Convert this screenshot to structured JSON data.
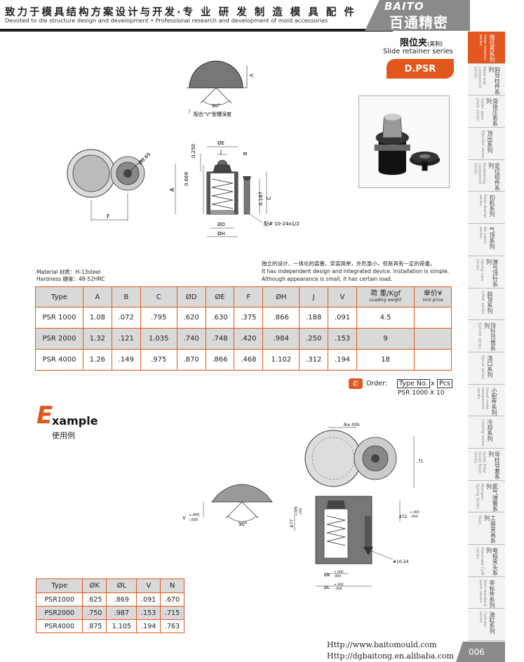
{
  "header": {
    "title_cn": "致力于模具结构方案设计与开发·专 业 研 发 制 造 模 具 配 件",
    "subtitle_en": "Devoted to die structure design and development    • Professional research and development of mold accessories",
    "brand_en": "BAITO",
    "brand_cn": "百通精密"
  },
  "series": {
    "title_cn": "限位夹",
    "title_cn_note": "(美制)",
    "title_en": "Slide retainer series",
    "code": "D.PSR"
  },
  "sidebar": [
    {
      "cn": "限位夹系列",
      "en": "Slide retainer series",
      "active": true
    },
    {
      "cn": "斜导柱件系列",
      "en": "Mold-side component series",
      "active": false
    },
    {
      "cn": "滑块压条系列",
      "en": "Slider wear plate series",
      "active": false
    },
    {
      "cn": "顶出系列",
      "en": "Ejection series",
      "active": false
    },
    {
      "cn": "定位组件系列",
      "en": "Positioning component series",
      "active": false
    },
    {
      "cn": "扣机系列",
      "en": "Date stamp series",
      "active": false
    },
    {
      "cn": "气顶系列",
      "en": "Air valve series",
      "active": false
    },
    {
      "cn": "弹弓顶针系列",
      "en": "Spring core series",
      "active": false
    },
    {
      "cn": "斜顶系列",
      "en": "Lifter series",
      "active": false
    },
    {
      "cn": "顶针司筒系列",
      "en": "Ejector series",
      "active": false
    },
    {
      "cn": "浇口系列",
      "en": "Sprue series",
      "active": false
    },
    {
      "cn": "小配件系列",
      "en": "Small mold component series",
      "active": false
    },
    {
      "cn": "冷却系列",
      "en": "Cooling series",
      "active": false
    },
    {
      "cn": "导柱导套系列",
      "en": "Guide Pillar Guide Bush Series",
      "active": false
    },
    {
      "cn": "氮气弹簧系列",
      "en": "Nitrogen Spring Series",
      "active": false
    },
    {
      "cn": "工装夹具系列",
      "en": "Tools",
      "active": false
    },
    {
      "cn": "电极夹头系列",
      "en": "Electrode CLIP series",
      "active": false
    },
    {
      "cn": "非标件系列",
      "en": "Non-standard parts series",
      "active": false
    },
    {
      "cn": "油缸系列",
      "en": "Cylinder series",
      "active": false
    }
  ],
  "drawing": {
    "angle": "90°",
    "note_cn": "配合“V”型槽深度",
    "v_label": "V",
    "dia_label": "Ø0.69",
    "f_label": "F",
    "e_label": "ØE",
    "j_label": "J",
    "b_label": "B",
    "a_label": "A",
    "dim_0250": "0.250",
    "dim_0669": "0.669",
    "dim_0187": "0.187",
    "c_label": "C",
    "d_label": "ØD",
    "h_label": "ØH",
    "thread_note": "配# 10-24x1/2"
  },
  "description": {
    "line1": "独立的设计、一体化的装置，安装简单，外形虽小，但是具有一定的荷重。",
    "line2": "It has independent design and integrated device. Installation is simple.",
    "line3": "Although appearance is small, it has certain load."
  },
  "material": {
    "line1": "Material  材质：H-13steel",
    "line2": "Hardness 硬度：48-52HRC"
  },
  "spec_table": {
    "headers": [
      "Type",
      "A",
      "B",
      "C",
      "ØD",
      "ØE",
      "F",
      "ØH",
      "J",
      "V"
    ],
    "load_cn": "荷 重/Kgf",
    "load_en": "Loading weight",
    "price_cn": "单价¥",
    "price_en": "Unit price",
    "rows": [
      [
        "PSR 1000",
        "1.08",
        ".072",
        ".795",
        ".620",
        ".630",
        ".375",
        ".866",
        ".188",
        ".091",
        "4.5",
        ""
      ],
      [
        "PSR 2000",
        "1.32",
        ".121",
        "1.035",
        ".740",
        ".748",
        ".420",
        ".984",
        ".250",
        ".153",
        "9",
        ""
      ],
      [
        "PSR 4000",
        "1.26",
        ".149",
        ".975",
        ".870",
        ".866",
        ".468",
        "1.102",
        ".312",
        ".194",
        "18",
        ""
      ]
    ]
  },
  "order": {
    "label": "Order:",
    "type_box": "Type No.",
    "x": "x",
    "pcs_box": "Pcs",
    "example": "PSR 1000  X    10"
  },
  "example": {
    "first_letter": "E",
    "rest": "xample",
    "cn": "使用例",
    "n_label": "N±.005",
    "dim_71": ".71",
    "dim_472": ".472",
    "tol_472_top": "+.005",
    "tol_472_bot": "-.000",
    "dim_677": ".677",
    "tol_677_top": "+.005",
    "tol_677_bot": "-.000",
    "v_label": "V",
    "v_tol_top": "+.005",
    "v_tol_bot": "-.000",
    "angle": "90°",
    "thread": "#10-24",
    "k_label": "ØK",
    "k_tol_top": "+.005",
    "k_tol_bot": ".000",
    "l_label": "ØL",
    "l_tol_top": "+.002",
    "l_tol_bot": "-.000"
  },
  "example_table": {
    "headers": [
      "Type",
      "ØK",
      "ØL",
      "V",
      "N"
    ],
    "rows": [
      [
        "PSR1000",
        ".625",
        ".869",
        ".091",
        ".670"
      ],
      [
        "PSR2000",
        ".750",
        ".987",
        ".153",
        ".715"
      ],
      [
        "PSR4000",
        ".875",
        "1.105",
        ".194",
        ".763"
      ]
    ]
  },
  "footer": {
    "url1": "Http://www.baitomould.com",
    "url2": "Http://dgbaitong.en.alibaba.com",
    "page": "006"
  }
}
